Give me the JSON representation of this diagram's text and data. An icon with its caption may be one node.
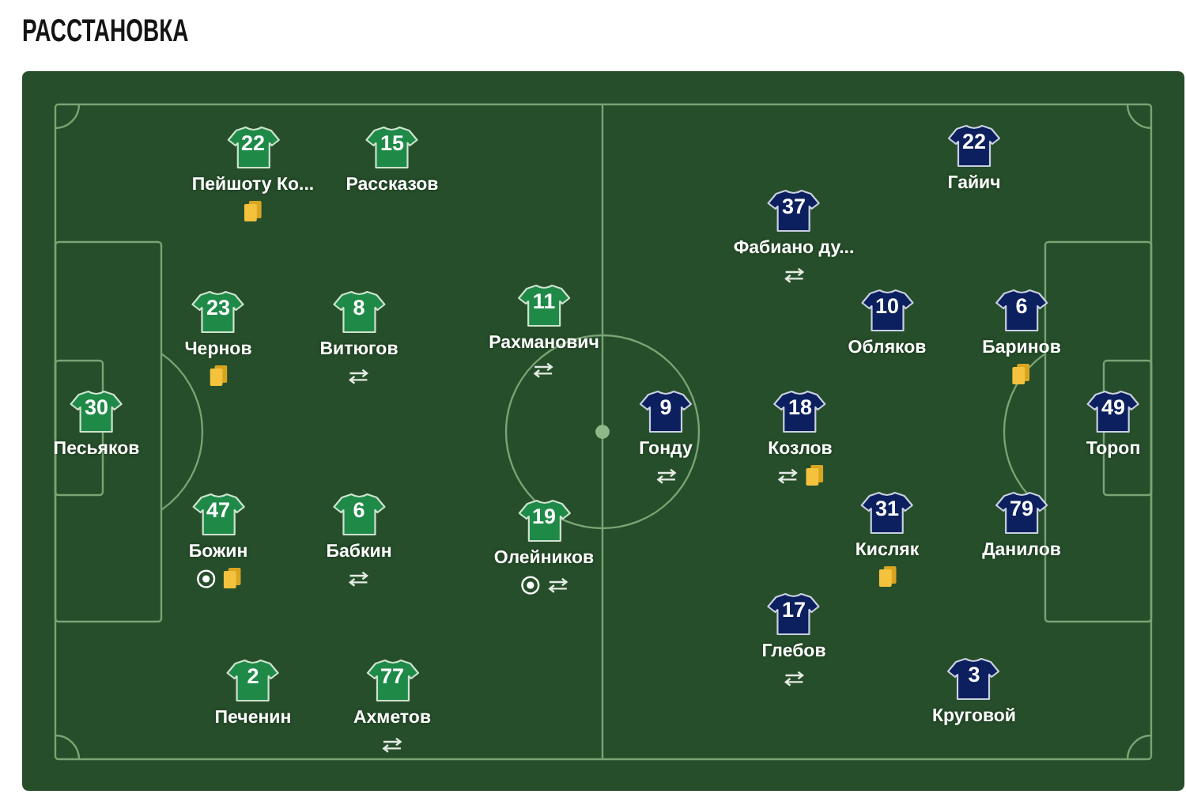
{
  "diagram": {
    "title": "РАССТАНОВКА",
    "nodes": [
      {
        "text": [
          "30",
          "Песьяков"
        ]
      },
      {
        "text": [
          "22",
          "Пейшоту Ко..."
        ]
      },
      {
        "text": [
          "23",
          "Чернов"
        ]
      },
      {
        "text": [
          "47",
          "Божин"
        ]
      },
      {
        "text": [
          "2",
          "Печенин"
        ]
      },
      {
        "text": [
          "15",
          "Рассказов"
        ]
      },
      {
        "text": [
          "8",
          "Витюгов"
        ]
      },
      {
        "text": [
          "6",
          "Бабкин"
        ]
      },
      {
        "text": [
          "77",
          "Ахметов"
        ]
      },
      {
        "text": [
          "11",
          "Рахманович"
        ]
      },
      {
        "text": [
          "19",
          "Олейников"
        ]
      },
      {
        "text": [
          "9",
          "Гонду"
        ]
      },
      {
        "text": [
          "37",
          "Фабиано ду..."
        ]
      },
      {
        "text": [
          "18",
          "Козлов"
        ]
      },
      {
        "text": [
          "17",
          "Глебов"
        ]
      },
      {
        "text": [
          "10",
          "Обляков"
        ]
      },
      {
        "text": [
          "31",
          "Кисляк"
        ]
      },
      {
        "text": [
          "22",
          "Гайич"
        ]
      },
      {
        "text": [
          "6",
          "Баринов"
        ]
      },
      {
        "text": [
          "79",
          "Данилов"
        ]
      },
      {
        "text": [
          "3",
          "Круговой"
        ]
      },
      {
        "text": [
          "49",
          "Тороп"
        ]
      }
    ]
  }
}
